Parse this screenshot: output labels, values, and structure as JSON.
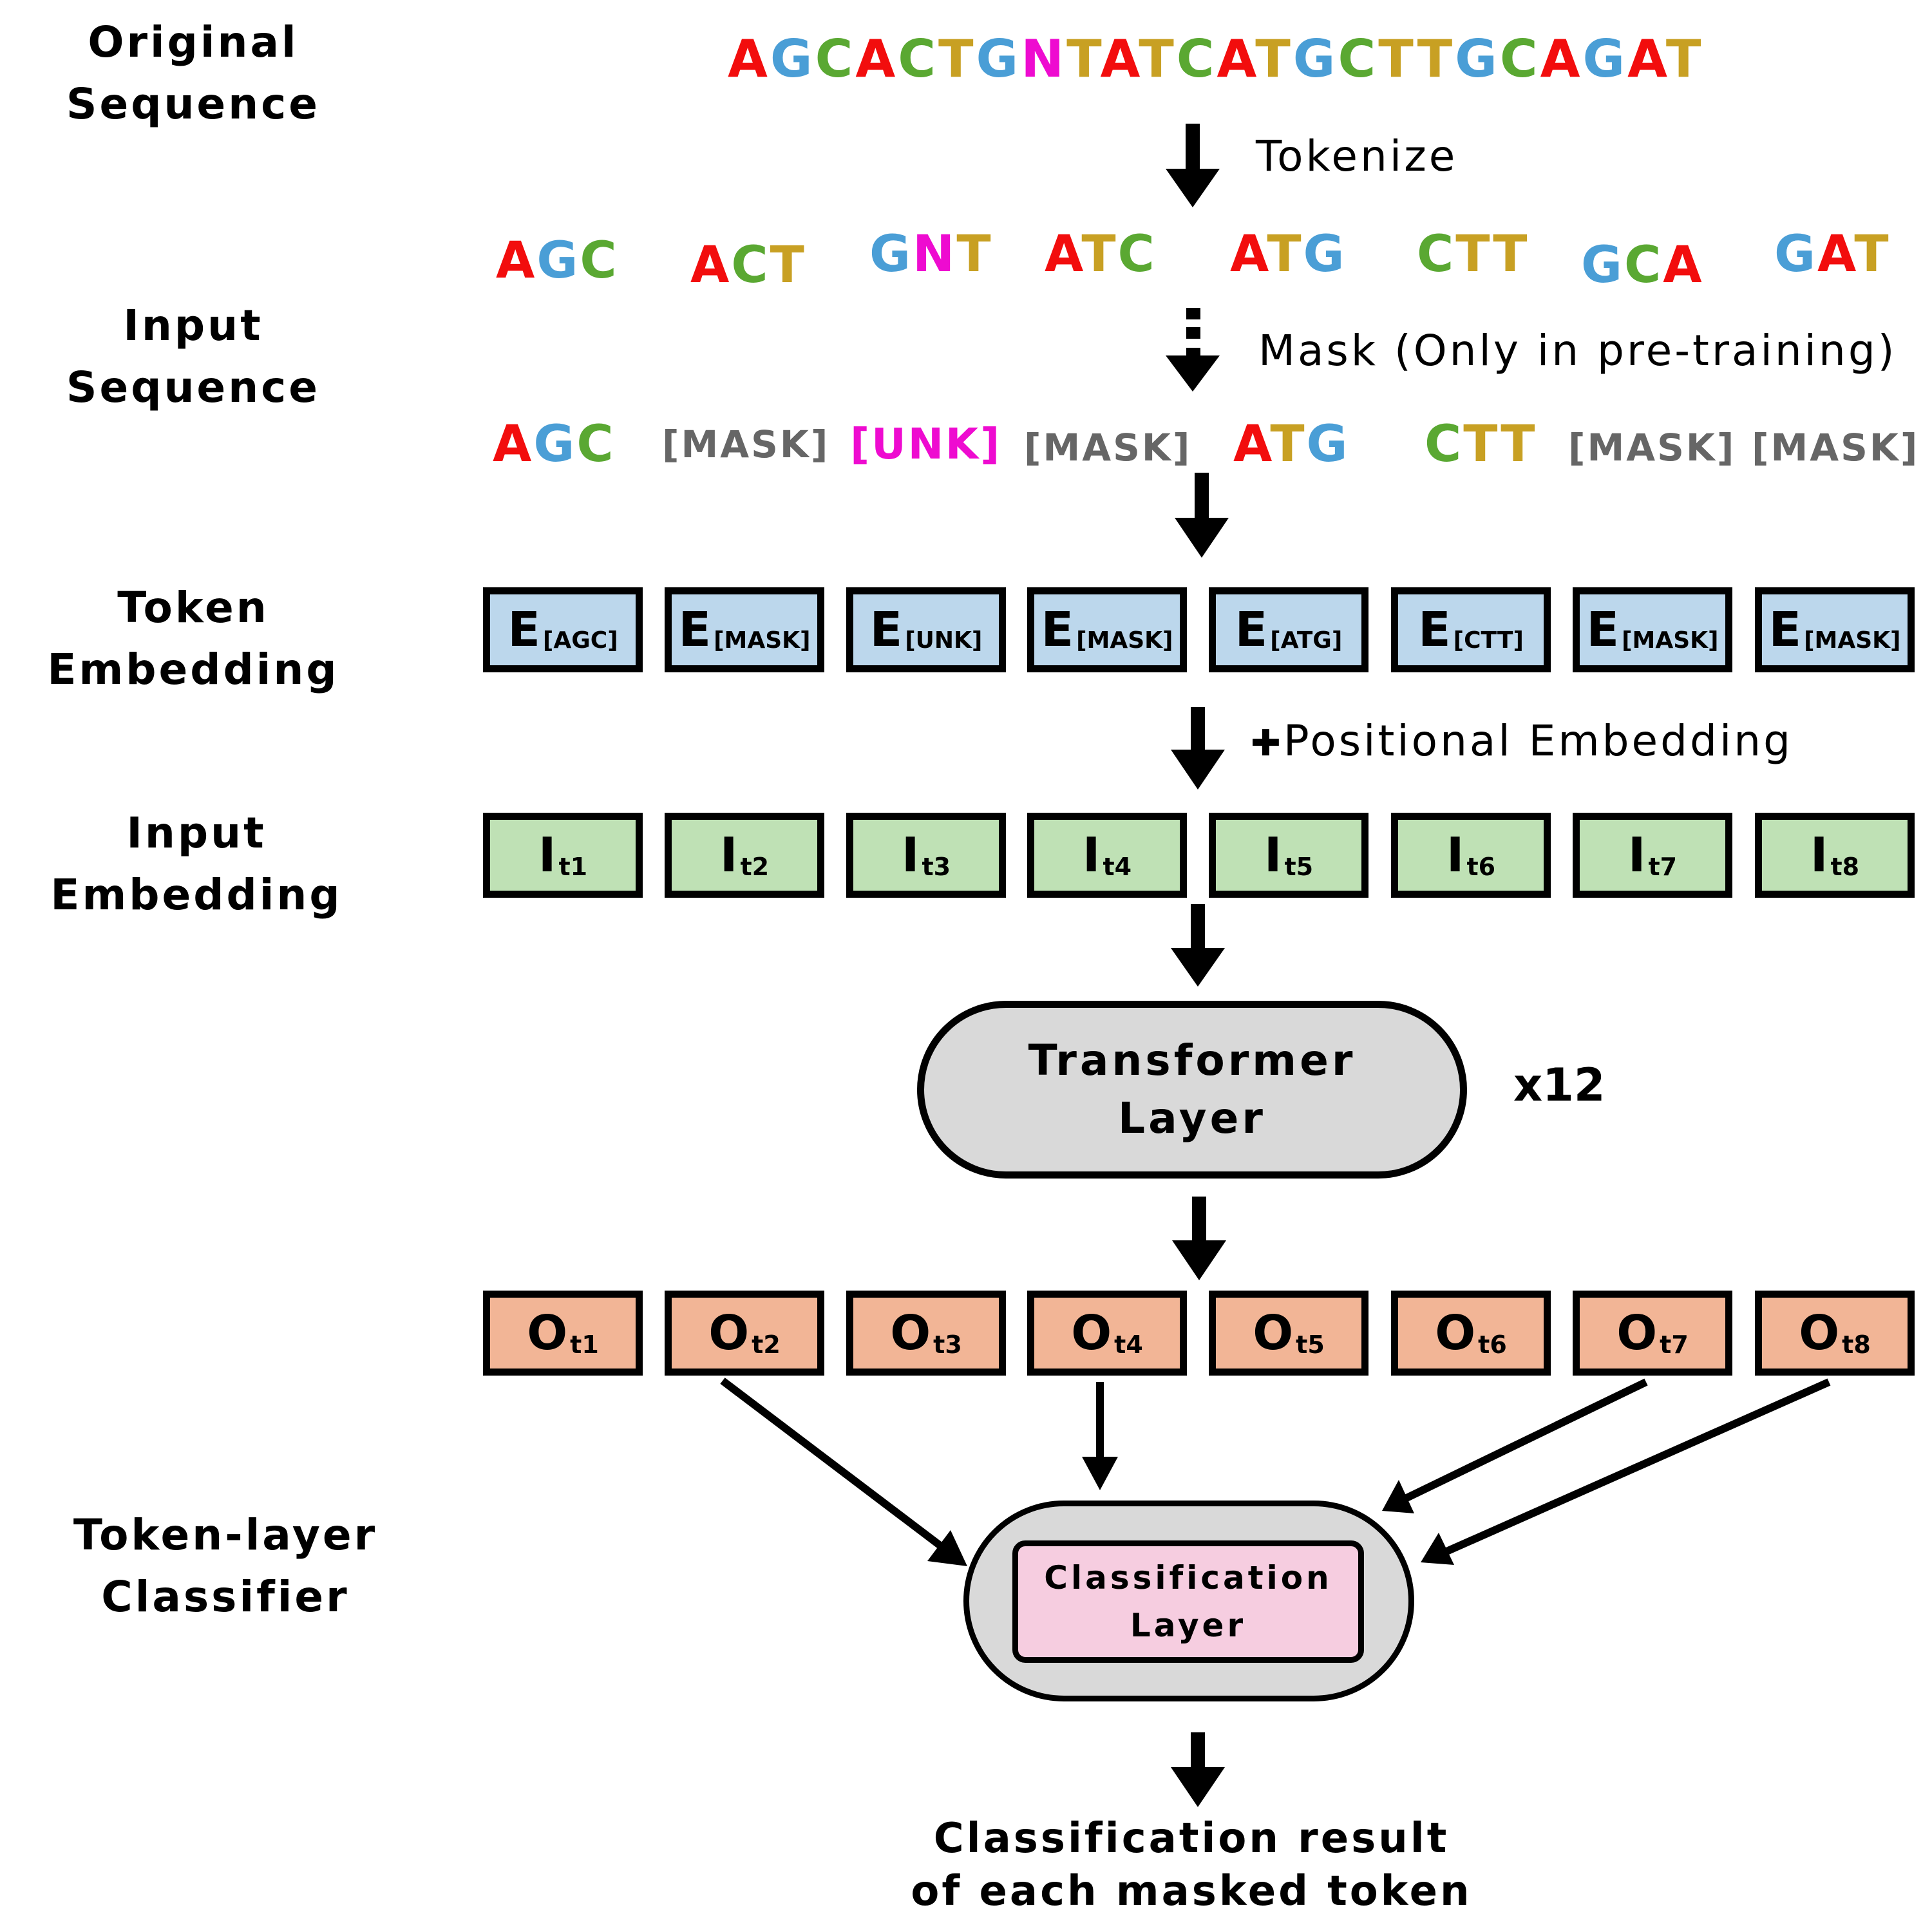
{
  "colors": {
    "A": "#f20d0d",
    "G": "#4a9ed6",
    "C": "#5aa832",
    "T": "#c8a023",
    "N": "#ee0bd0",
    "mask": "#666666",
    "unk": "#ee0bd0",
    "token_embedding_fill": "#bcd7ec",
    "input_embedding_fill": "#bfe1b5",
    "output_fill": "#f2b596",
    "transformer_fill": "#d9d9d9",
    "classification_fill": "#f6cde0"
  },
  "labels": {
    "original": [
      "Original",
      "Sequence"
    ],
    "input_sequence": [
      "Input",
      "Sequence"
    ],
    "token_embedding": [
      "Token",
      "Embedding"
    ],
    "input_embedding": [
      "Input",
      "Embedding"
    ],
    "classifier": [
      "Token-layer",
      "Classifier"
    ]
  },
  "original_sequence": "AGCACTGNTATCATGCTTGCAGAT",
  "steps": {
    "tokenize": "Tokenize",
    "mask": "Mask (Only in pre-training)",
    "positional_plus": "✚",
    "positional": "Positional Embedding"
  },
  "tokens": [
    "AGC",
    "ACT",
    "GNT",
    "ATC",
    "ATG",
    "CTT",
    "GCA",
    "GAT"
  ],
  "masked_tokens": [
    "AGC",
    "[MASK]",
    "[UNK]",
    "[MASK]",
    "ATG",
    "CTT",
    "[MASK]",
    "[MASK]"
  ],
  "token_embeddings": [
    {
      "main": "E",
      "sub": "[AGC]"
    },
    {
      "main": "E",
      "sub": "[MASK]"
    },
    {
      "main": "E",
      "sub": "[UNK]"
    },
    {
      "main": "E",
      "sub": "[MASK]"
    },
    {
      "main": "E",
      "sub": "[ATG]"
    },
    {
      "main": "E",
      "sub": "[CTT]"
    },
    {
      "main": "E",
      "sub": "[MASK]"
    },
    {
      "main": "E",
      "sub": "[MASK]"
    }
  ],
  "input_embeddings": [
    {
      "main": "I",
      "sub": "t1"
    },
    {
      "main": "I",
      "sub": "t2"
    },
    {
      "main": "I",
      "sub": "t3"
    },
    {
      "main": "I",
      "sub": "t4"
    },
    {
      "main": "I",
      "sub": "t5"
    },
    {
      "main": "I",
      "sub": "t6"
    },
    {
      "main": "I",
      "sub": "t7"
    },
    {
      "main": "I",
      "sub": "t8"
    }
  ],
  "transformer": {
    "line1": "Transformer",
    "line2": "Layer",
    "repeat": "x12"
  },
  "outputs": [
    {
      "main": "O",
      "sub": "t1"
    },
    {
      "main": "O",
      "sub": "t2"
    },
    {
      "main": "O",
      "sub": "t3"
    },
    {
      "main": "O",
      "sub": "t4"
    },
    {
      "main": "O",
      "sub": "t5"
    },
    {
      "main": "O",
      "sub": "t6"
    },
    {
      "main": "O",
      "sub": "t7"
    },
    {
      "main": "O",
      "sub": "t8"
    }
  ],
  "classification": {
    "line1": "Classification",
    "line2": "Layer"
  },
  "result": [
    "Classification result",
    "of each masked token"
  ]
}
